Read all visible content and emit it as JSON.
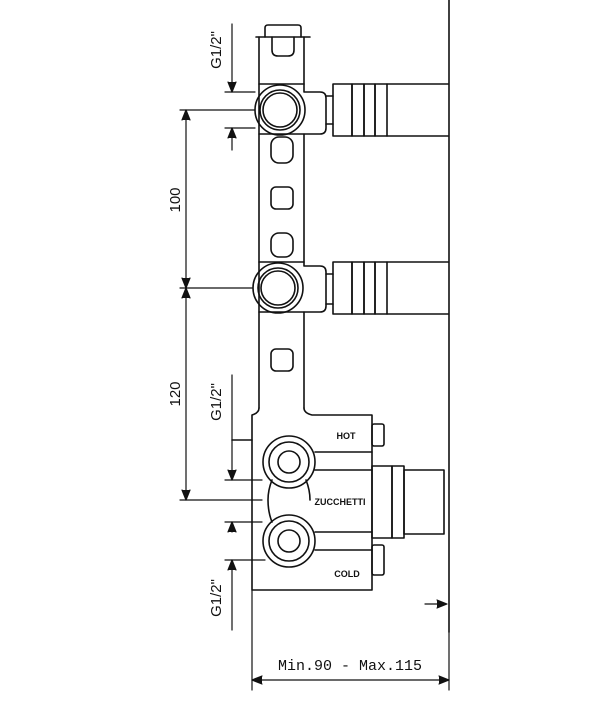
{
  "dimensions": {
    "spacing_upper": "100",
    "spacing_lower": "120",
    "thread_top": "G1/2\"",
    "thread_mid": "G1/2\"",
    "thread_bottom": "G1/2\"",
    "depth_range": "Min.90 - Max.115"
  },
  "body_labels": {
    "hot": "HOT",
    "brand": "ZUCCHETTI",
    "cold": "COLD"
  },
  "colors": {
    "line": "#111111",
    "background": "#ffffff"
  }
}
